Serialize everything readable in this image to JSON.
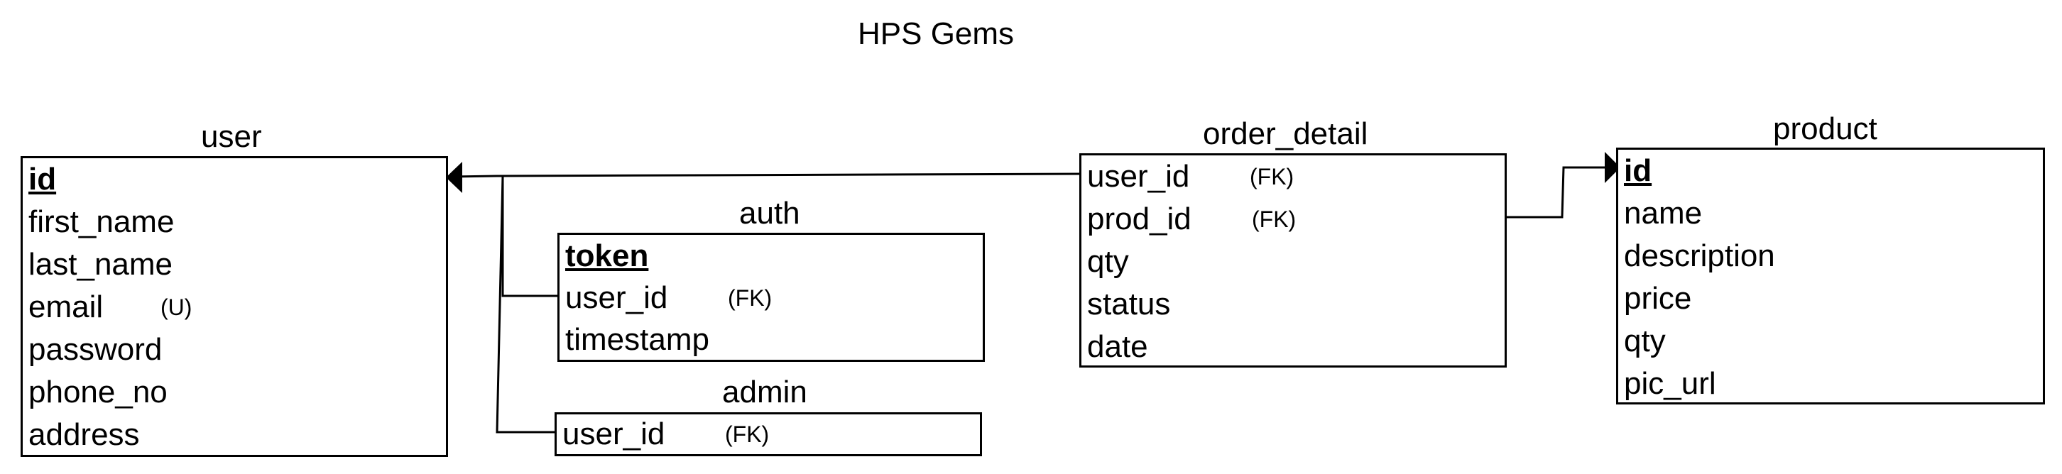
{
  "diagram_title": "HPS Gems",
  "tables": {
    "user": {
      "name": "user",
      "fields": [
        {
          "name": "id",
          "pk": true,
          "note": ""
        },
        {
          "name": "first_name",
          "pk": false,
          "note": ""
        },
        {
          "name": "last_name",
          "pk": false,
          "note": ""
        },
        {
          "name": "email",
          "pk": false,
          "note": "(U)"
        },
        {
          "name": "password",
          "pk": false,
          "note": ""
        },
        {
          "name": "phone_no",
          "pk": false,
          "note": ""
        },
        {
          "name": "address",
          "pk": false,
          "note": ""
        }
      ]
    },
    "auth": {
      "name": "auth",
      "fields": [
        {
          "name": "token",
          "pk": true,
          "note": ""
        },
        {
          "name": "user_id",
          "pk": false,
          "note": "(FK)"
        },
        {
          "name": "timestamp",
          "pk": false,
          "note": ""
        }
      ]
    },
    "admin": {
      "name": "admin",
      "fields": [
        {
          "name": "user_id",
          "pk": false,
          "note": "(FK)"
        }
      ]
    },
    "order_detail": {
      "name": "order_detail",
      "fields": [
        {
          "name": "user_id",
          "pk": false,
          "note": "(FK)"
        },
        {
          "name": "prod_id",
          "pk": false,
          "note": "(FK)"
        },
        {
          "name": "qty",
          "pk": false,
          "note": ""
        },
        {
          "name": "status",
          "pk": false,
          "note": ""
        },
        {
          "name": "date",
          "pk": false,
          "note": ""
        }
      ]
    },
    "product": {
      "name": "product",
      "fields": [
        {
          "name": "id",
          "pk": true,
          "note": ""
        },
        {
          "name": "name",
          "pk": false,
          "note": ""
        },
        {
          "name": "description",
          "pk": false,
          "note": ""
        },
        {
          "name": "price",
          "pk": false,
          "note": ""
        },
        {
          "name": "qty",
          "pk": false,
          "note": ""
        },
        {
          "name": "pic_url",
          "pk": false,
          "note": ""
        }
      ]
    }
  },
  "relationships": [
    {
      "from": "order_detail.user_id",
      "to": "user.id"
    },
    {
      "from": "auth.user_id",
      "to": "user.id"
    },
    {
      "from": "admin.user_id",
      "to": "user.id"
    },
    {
      "from": "order_detail.prod_id",
      "to": "product.id"
    }
  ],
  "colors": {
    "line": "#000000",
    "background": "#ffffff"
  }
}
